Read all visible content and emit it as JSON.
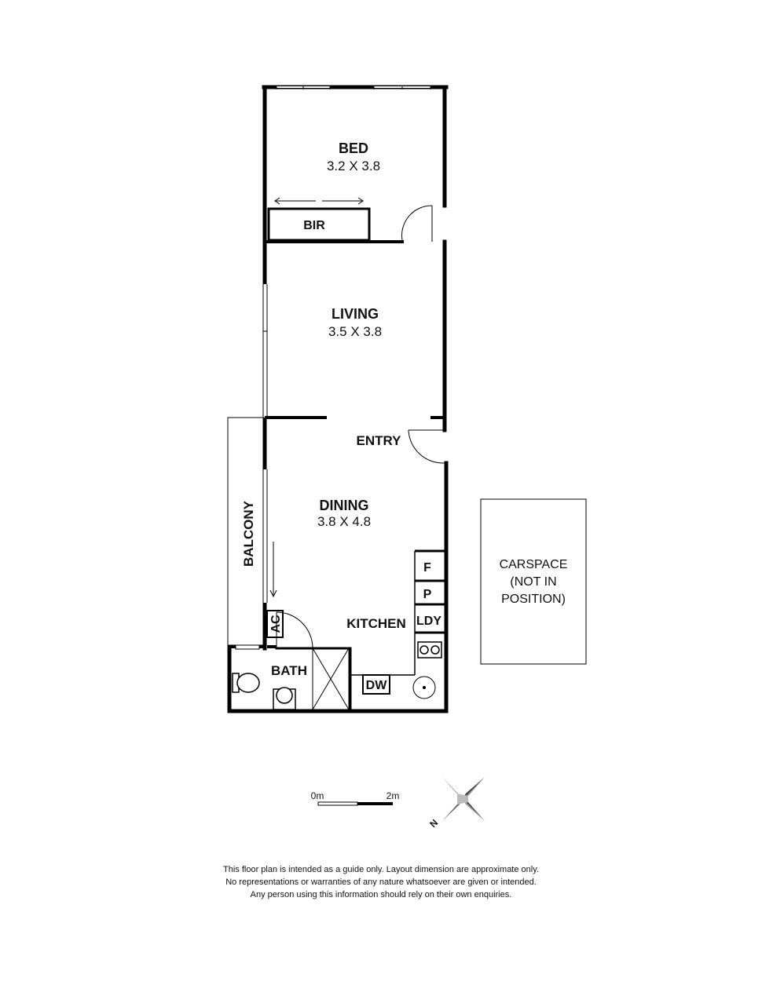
{
  "rooms": {
    "bed": {
      "name": "BED",
      "dim": "3.2 X 3.8"
    },
    "living": {
      "name": "LIVING",
      "dim": "3.5 X 3.8"
    },
    "dining": {
      "name": "DINING",
      "dim": "3.8 X 4.8"
    }
  },
  "labels": {
    "bir": "BIR",
    "entry": "ENTRY",
    "balcony": "BALCONY",
    "kitchen": "KITCHEN",
    "bath": "BATH",
    "ac": "AC",
    "f": "F",
    "p": "P",
    "ldy": "LDY",
    "dw": "DW"
  },
  "carspace": {
    "line1": "CARSPACE",
    "line2": "(NOT IN",
    "line3": "POSITION)"
  },
  "scale": {
    "start": "0m",
    "end": "2m"
  },
  "compass": {
    "north": "N"
  },
  "disclaimer": {
    "line1": "This floor plan is intended as a guide only. Layout dimension are approximate only.",
    "line2": "No representations or warranties of any nature whatsoever are given or intended.",
    "line3": "Any person using this information should rely on their own enquiries."
  }
}
